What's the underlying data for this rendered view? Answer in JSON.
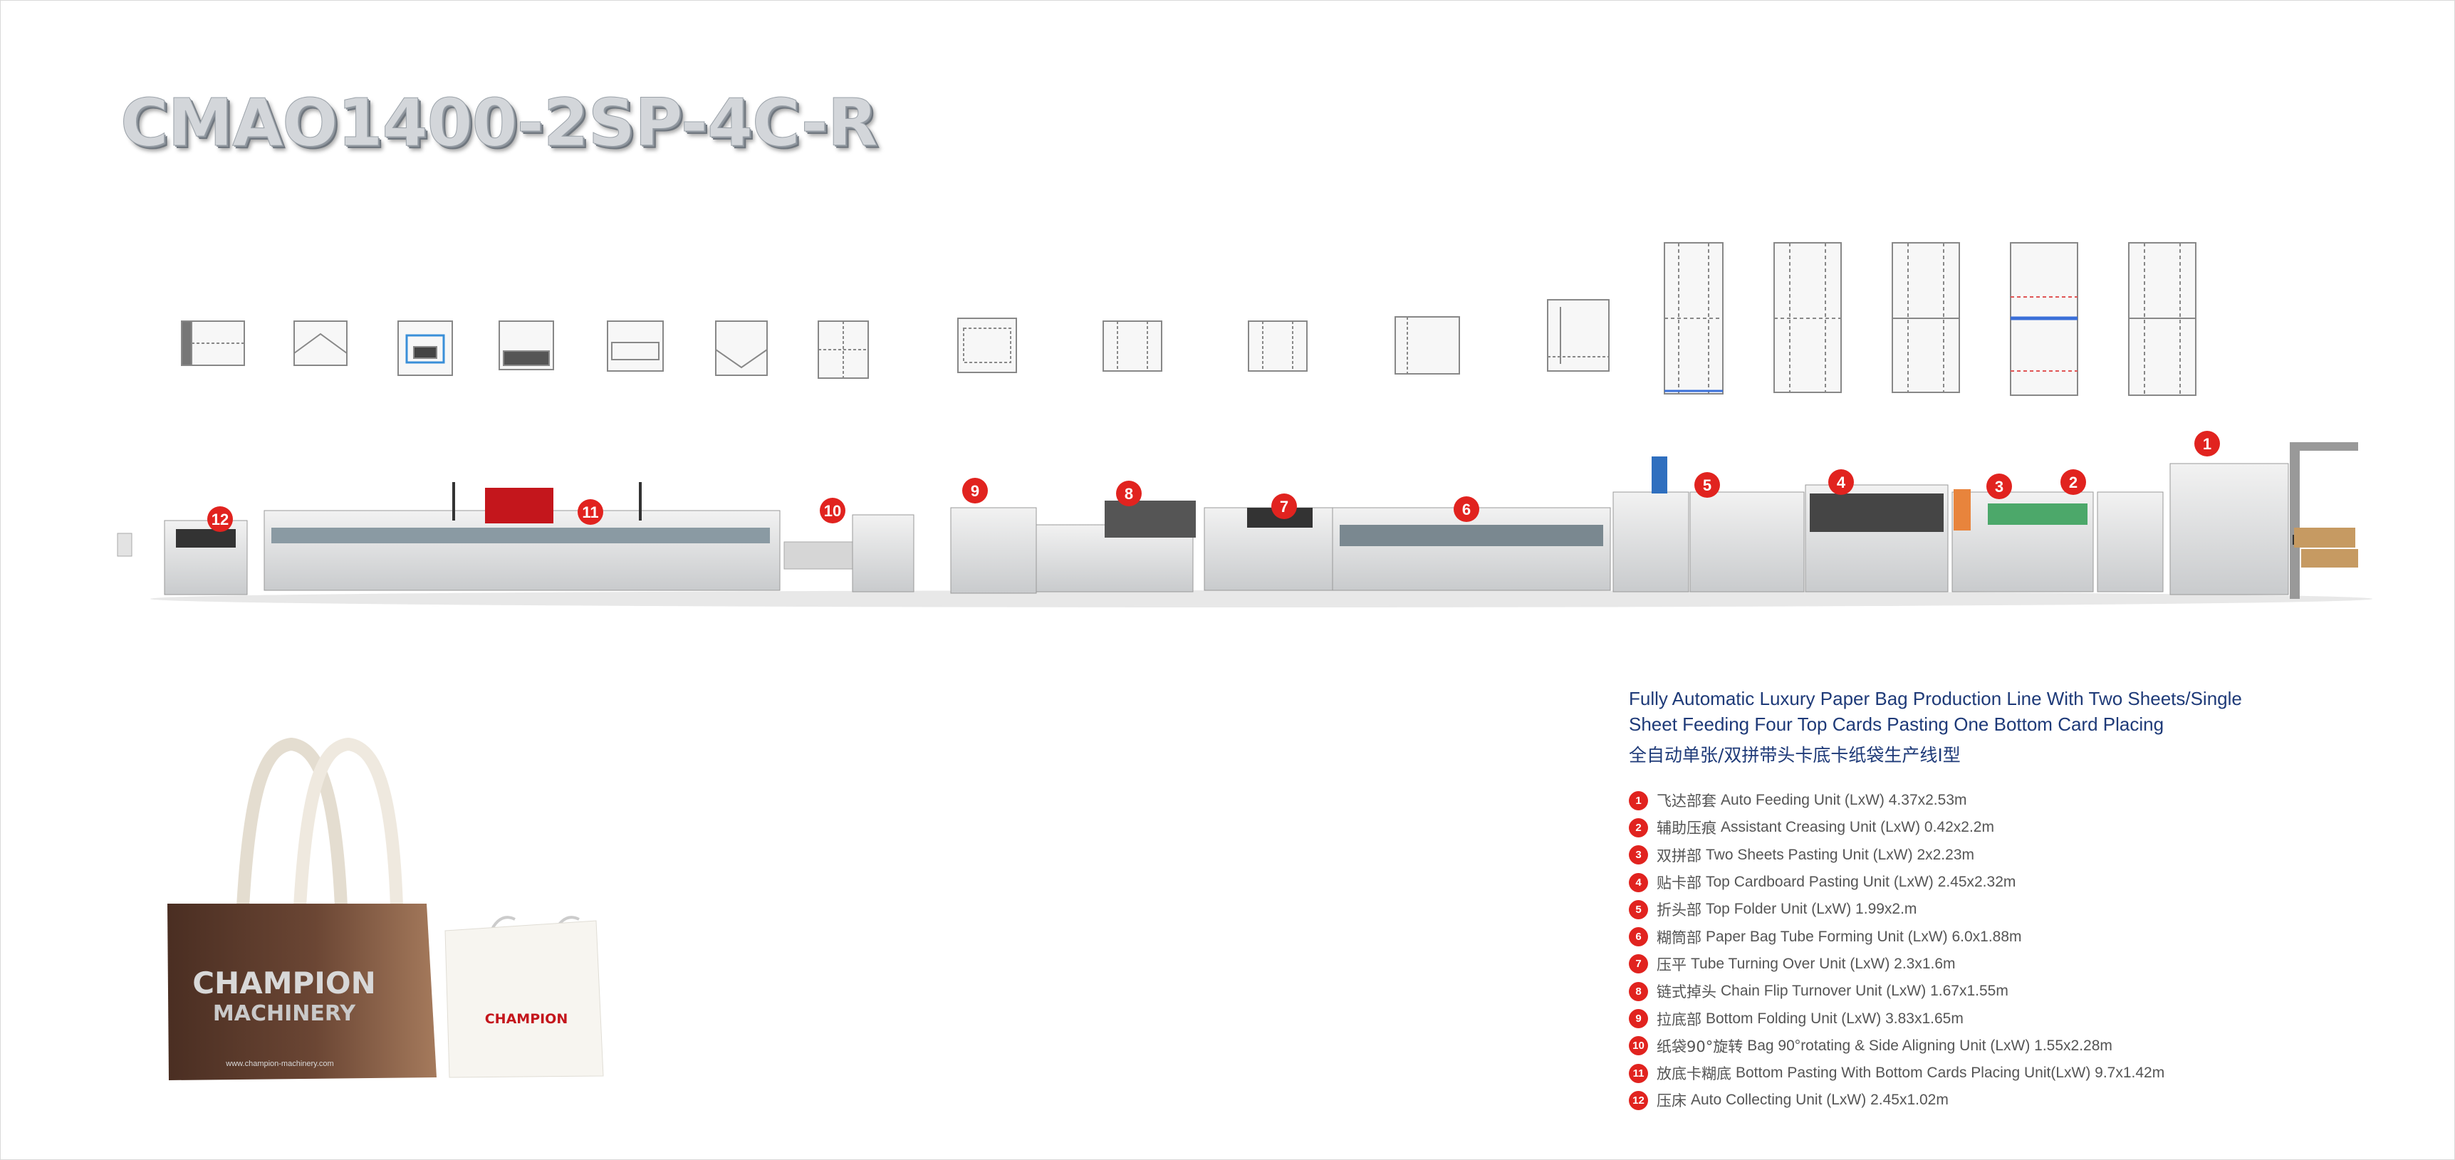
{
  "title": "CMAO1400-2SP-4C-R",
  "description": {
    "en_line1": "Fully Automatic Luxury Paper Bag Production Line With Two Sheets/Single",
    "en_line2": "Sheet Feeding Four Top Cards Pasting One Bottom Card Placing",
    "zh": "全自动单张/双拼带头卡底卡纸袋生产线I型"
  },
  "units": [
    {
      "num": "1",
      "zh": "飞达部套",
      "en": "Auto Feeding Unit (LxW) 4.37x2.53m"
    },
    {
      "num": "2",
      "zh": "辅助压痕",
      "en": "Assistant Creasing Unit (LxW) 0.42x2.2m"
    },
    {
      "num": "3",
      "zh": "双拼部",
      "en": "Two Sheets Pasting Unit (LxW) 2x2.23m"
    },
    {
      "num": "4",
      "zh": "贴卡部",
      "en": "Top Cardboard Pasting Unit (LxW) 2.45x2.32m"
    },
    {
      "num": "5",
      "zh": "折头部",
      "en": "Top Folder Unit (LxW) 1.99x2.m"
    },
    {
      "num": "6",
      "zh": "糊筒部",
      "en": "Paper Bag Tube Forming Unit (LxW) 6.0x1.88m"
    },
    {
      "num": "7",
      "zh": "压平",
      "en": "Tube Turning Over Unit (LxW) 2.3x1.6m"
    },
    {
      "num": "8",
      "zh": "链式掉头",
      "en": "Chain Flip Turnover Unit (LxW) 1.67x1.55m"
    },
    {
      "num": "9",
      "zh": "拉底部",
      "en": "Bottom Folding Unit (LxW) 3.83x1.65m"
    },
    {
      "num": "10",
      "zh": "纸袋90°旋转",
      "en": "Bag 90°rotating & Side Aligning Unit (LxW) 1.55x2.28m"
    },
    {
      "num": "11",
      "zh": "放底卡糊底",
      "en": "Bottom Pasting With Bottom Cards Placing Unit(LxW) 9.7x1.42m"
    },
    {
      "num": "12",
      "zh": "压床",
      "en": "Auto Collecting Unit (LxW) 2.45x1.02m"
    }
  ],
  "bag_brand": {
    "big": "CHAMPION",
    "big2": "MACHINERY",
    "small": "CHAMPION",
    "url": "www.champion-machinery.com"
  },
  "colors": {
    "marker": "#e1231f",
    "caption": "#1e3a78",
    "bag_brown": "#5a3a2c"
  }
}
